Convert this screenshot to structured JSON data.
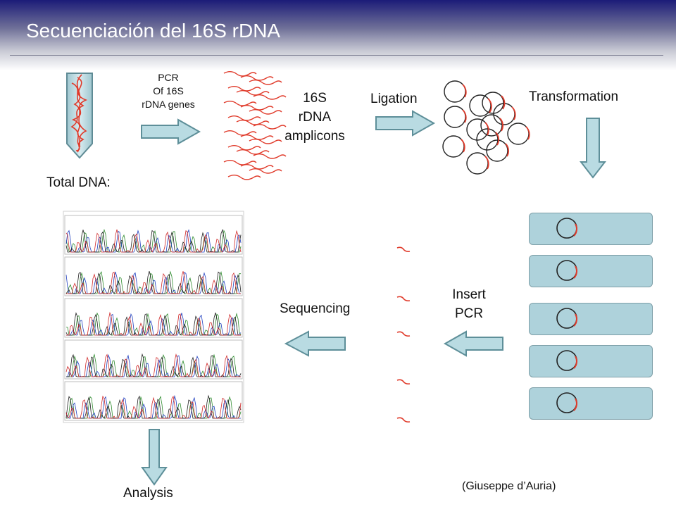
{
  "slide": {
    "title": "Secuenciación del 16S rDNA",
    "credit": "(Giuseppe d’Auria)"
  },
  "labels": {
    "pcr": [
      "PCR",
      "Of 16S",
      "rDNA genes"
    ],
    "amplicons": [
      "16S",
      "rDNA",
      "amplicons"
    ],
    "ligation": "Ligation",
    "transformation": "Transformation",
    "total_dna": "Total DNA:",
    "insert_pcr": [
      "Insert",
      "PCR"
    ],
    "sequencing": "Sequencing",
    "analysis": "Analysis"
  },
  "colors": {
    "arrow_fill": "#b9dbe2",
    "arrow_stroke": "#5e8f99",
    "dna_red": "#e03a2a",
    "colony_fill": "#aed2db"
  }
}
